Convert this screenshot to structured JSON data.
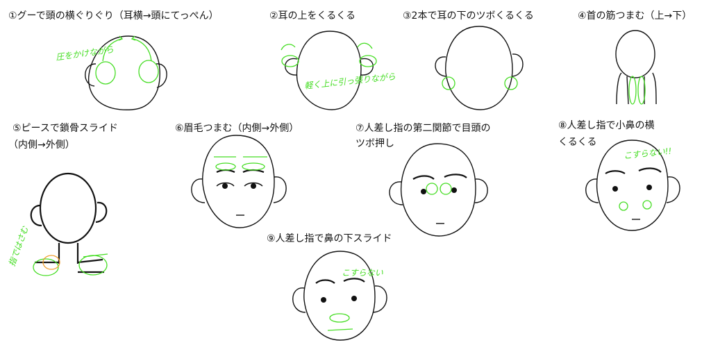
{
  "steps": [
    {
      "caption": "①グーで頭の横ぐりぐり（耳横→頭にてっぺん）",
      "note": "圧をかけながら"
    },
    {
      "caption": "②耳の上をくるくる",
      "note": "軽く上に引っ張りながら"
    },
    {
      "caption": "③2本で耳の下のツボくるくる"
    },
    {
      "caption": "④首の筋つまむ（上→下）"
    },
    {
      "caption": "⑤ピースで鎖骨スライド",
      "caption2": "（内側→外側）",
      "note": "指ではさむ"
    },
    {
      "caption": "⑥眉毛つまむ（内側→外側）"
    },
    {
      "caption": "⑦人差し指の第二関節で目頭の",
      "caption2": "ツボ押し"
    },
    {
      "caption": "⑧人差し指で小鼻の横",
      "caption2": "くるくる",
      "note": "こすらない!!"
    },
    {
      "caption": "⑨人差し指で鼻の下スライド",
      "note": "こすらない"
    }
  ],
  "colors": {
    "highlight": "#44dd22",
    "accent": "#f0a030",
    "line": "#111111"
  }
}
